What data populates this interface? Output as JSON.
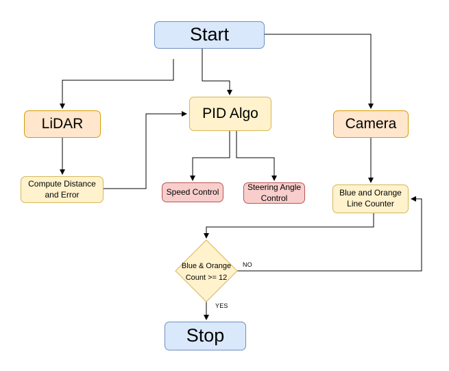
{
  "nodes": {
    "start": "Start",
    "lidar": "LiDAR",
    "pid": "PID Algo",
    "camera": "Camera",
    "compute": "Compute Distance and Error",
    "speed": "Speed Control",
    "steering": "Steering Angle Control",
    "counter": "Blue and Orange Line Counter",
    "decision": "Blue & Orange Count >= 12",
    "stop": "Stop"
  },
  "edges": {
    "no_label": "NO",
    "yes_label": "YES"
  },
  "colors": {
    "blue_fill": "#dae8fc",
    "orange_fill": "#ffe6cc",
    "yellow_fill": "#fff2cc",
    "red_fill": "#f8cecc",
    "line": "#000000"
  }
}
